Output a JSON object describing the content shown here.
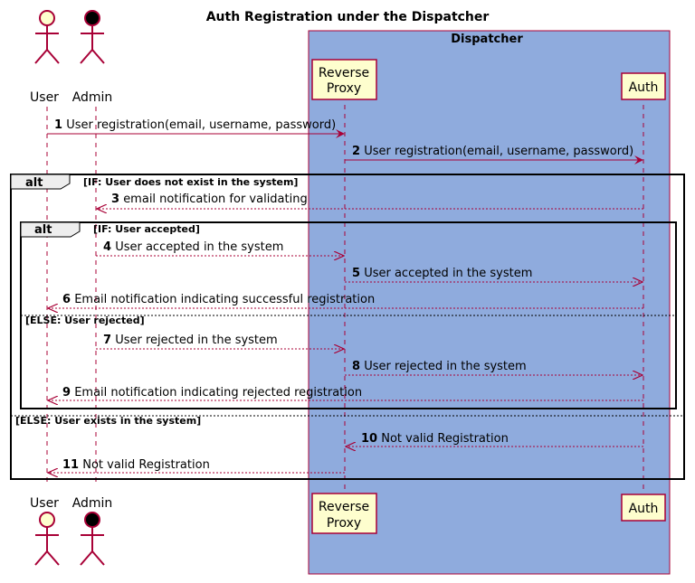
{
  "diagram": {
    "title": "Auth Registration under the Dispatcher",
    "box_title": "Dispatcher",
    "colors": {
      "box_fill": "#8FABDD",
      "box_border": "#A80036",
      "participant_fill": "#FEFECE",
      "participant_border": "#A80036",
      "actor_user_fill": "#FEFECE",
      "actor_admin_fill": "#000000",
      "arrow": "#A80036",
      "lifeline": "#A80036",
      "frame_label_bg": "#EEEEEE"
    },
    "participants": {
      "user": {
        "label": "User",
        "shape": "actor-icon"
      },
      "admin": {
        "label": "Admin",
        "shape": "actor-icon"
      },
      "proxy": {
        "label_line1": "Reverse",
        "label_line2": "Proxy"
      },
      "auth": {
        "label": "Auth"
      }
    },
    "messages": [
      {
        "num": "1",
        "text": "User registration(email, username, password)",
        "style": "solid"
      },
      {
        "num": "2",
        "text": "User registration(email, username, password)",
        "style": "solid"
      },
      {
        "num": "3",
        "text": "email notification for validating",
        "style": "dashed"
      },
      {
        "num": "4",
        "text": "User accepted in the system",
        "style": "dashed"
      },
      {
        "num": "5",
        "text": "User accepted in the system",
        "style": "dashed"
      },
      {
        "num": "6",
        "text": "Email notification indicating successful registration",
        "style": "dashed"
      },
      {
        "num": "7",
        "text": "User rejected in the system",
        "style": "dashed"
      },
      {
        "num": "8",
        "text": "User rejected in the system",
        "style": "dashed"
      },
      {
        "num": "9",
        "text": "Email notification indicating rejected registration",
        "style": "dashed"
      },
      {
        "num": "10",
        "text": "Not valid Registration",
        "style": "dashed"
      },
      {
        "num": "11",
        "text": "Not valid Registration",
        "style": "dashed"
      }
    ],
    "frames": {
      "outer": {
        "keyword": "alt",
        "guard": "[IF: User does not exist in the system]",
        "else_guard": "[ELSE: User exists in the system]"
      },
      "inner": {
        "keyword": "alt",
        "guard": "[IF: User accepted]",
        "else_guard": "[ELSE: User rejected]"
      }
    }
  }
}
